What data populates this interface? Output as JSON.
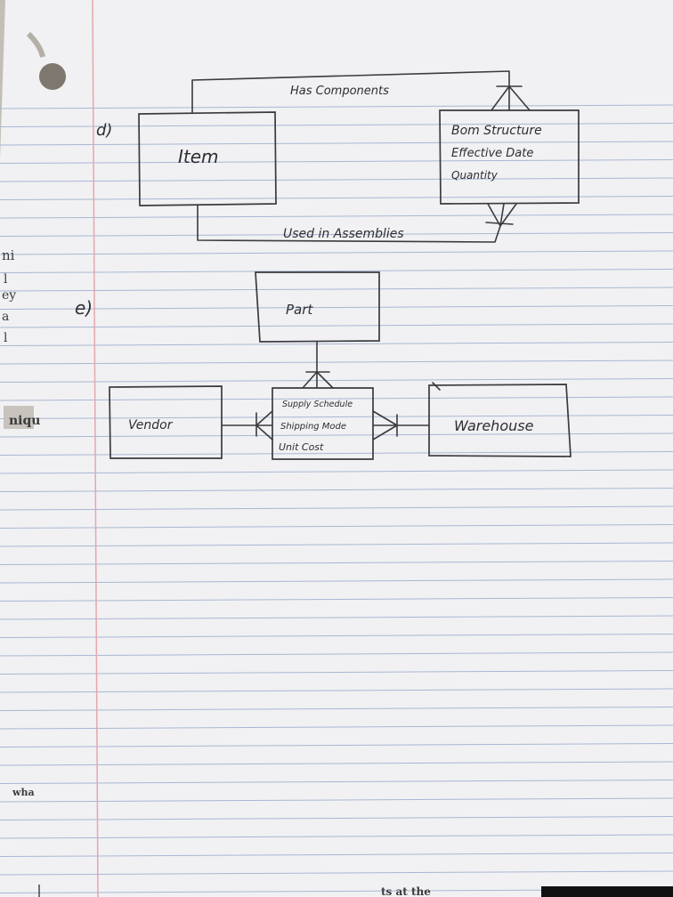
{
  "colors": {
    "paper": "#f1f1f3",
    "rule_line": "#a9b7d2",
    "margin_line": "#e5a6b0",
    "ink": "#3a3a40"
  },
  "diagram_d": {
    "label": "d)",
    "item_entity": "Item",
    "top_relationship": "Has Components",
    "bottom_relationship": "Used in Assemblies",
    "bom_attributes": [
      "Bom Structure",
      "Effective Date",
      "Quantity"
    ]
  },
  "diagram_e": {
    "label": "e)",
    "part_entity": "Part",
    "vendor_entity": "Vendor",
    "warehouse_entity": "Warehouse",
    "supply_attributes": [
      "Supply Schedule",
      "Shipping Mode",
      "Unit Cost"
    ]
  },
  "bleed_through": {
    "left_margin_fragments": [
      "ni",
      "l",
      "ey",
      "a",
      "l"
    ],
    "left_word": "niqu",
    "left_bottom_word": "wha",
    "bottom_text": "ts at the"
  }
}
